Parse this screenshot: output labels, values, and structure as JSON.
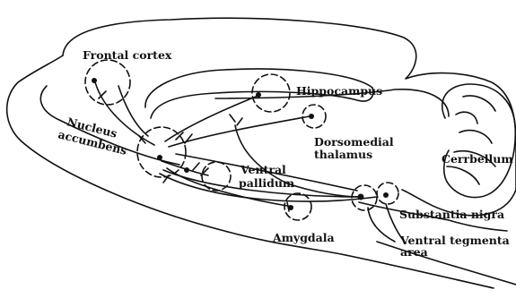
{
  "diagram": {
    "ink_color": "#111111",
    "background": "#ffffff",
    "labels": {
      "frontal_cortex": "Frontal cortex",
      "hippocampus": "Hippocampus",
      "nucleus": "Nucleus",
      "accumbens": "accumbens",
      "dorsomedial": "Dorsomedial",
      "thalamus": "thalamus",
      "cerebellum": "Cerrbellum",
      "ventral": "Ventral",
      "pallidum": "pallidum",
      "substantia_nigra": "Substantia nigra",
      "ventral_tegmental": "Ventral tegmenta",
      "area": "area",
      "amygdala": "Amygdala"
    }
  }
}
